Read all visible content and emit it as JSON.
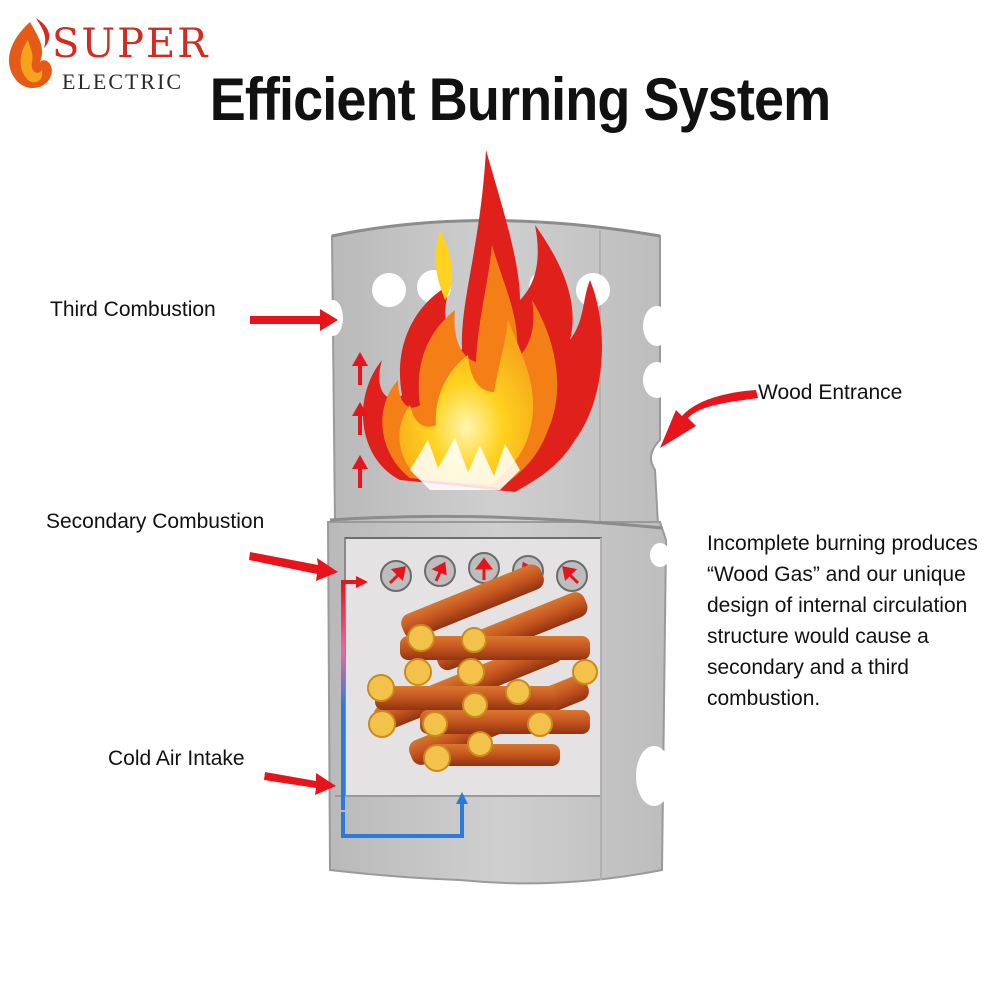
{
  "logo": {
    "super": "SUPER",
    "electric": "ELECTRIC"
  },
  "title": "Efficient Burning System",
  "labels": {
    "third_combustion": "Third Combustion",
    "secondary_combustion": "Secondary Combustion",
    "cold_air_intake": "Cold Air Intake",
    "wood_entrance": "Wood Entrance"
  },
  "description": "Incomplete burning produces “Wood Gas” and our unique design of internal circulation structure would cause a secondary and a third combustion.",
  "colors": {
    "stove": "#c8c8c8",
    "stove_dark": "#a9a9a9",
    "flame_red": "#e0211b",
    "flame_orange": "#f57f17",
    "flame_yellow": "#ffd21f",
    "arrow_red": "#e8141c",
    "air_blue": "#2a7bdc",
    "wood": "#c5541f",
    "wood_end": "#f3c24a"
  }
}
